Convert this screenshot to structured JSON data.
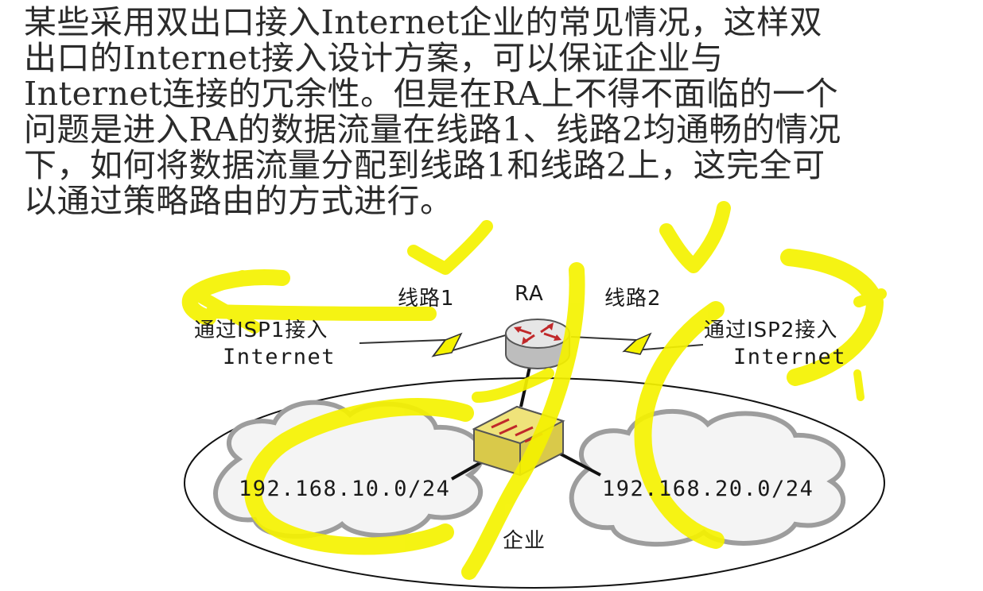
{
  "intro": {
    "lines": [
      "某些采用双出口接入Internet企业的常见情况，这样双",
      "出口的Internet接入设计方案，可以保证企业与",
      "Internet连接的冗余性。但是在RA上不得不面临的一个",
      "问题是进入RA的数据流量在线路1、线路2均通畅的情况",
      "下，如何将数据流量分配到线路1和线路2上，这完全可",
      "以通过策略路由的方式进行。"
    ]
  },
  "diagram": {
    "router_label": "RA",
    "link1_label": "线路1",
    "link2_label": "线路2",
    "isp1_label_line1": "通过ISP1接入",
    "isp1_label_line2": "Internet",
    "isp2_label_line1": "通过ISP2接入",
    "isp2_label_line2": "Internet",
    "subnet1": "192.168.10.0/24",
    "subnet2": "192.168.20.0/24",
    "enterprise_label": "企业"
  },
  "icons": {
    "router": "router-icon",
    "switch": "switch-icon",
    "serial_link": "lightning-link-icon",
    "cloud": "cloud-icon"
  },
  "colors": {
    "highlighter": "#f5f200",
    "router_body": "#e6e6e6",
    "switch_body": "#e8d95a",
    "arrows": "#c0282a",
    "cloud_outline": "#a8a8a8"
  }
}
